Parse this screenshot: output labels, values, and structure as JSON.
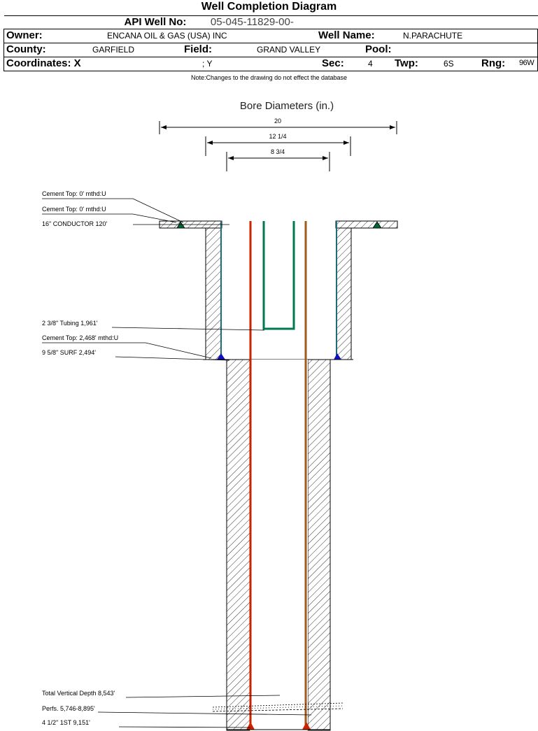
{
  "title": "Well Completion Diagram",
  "header": {
    "api_label": "API Well No:",
    "api_value": "05-045-11829-00-",
    "owner_label": "Owner:",
    "owner_value": "ENCANA OIL & GAS (USA) INC",
    "well_name_label": "Well Name:",
    "well_name_value": "N.PARACHUTE",
    "county_label": "County:",
    "county_value": "GARFIELD",
    "field_label": "Field:",
    "field_value": "GRAND VALLEY",
    "pool_label": "Pool:",
    "pool_value": "",
    "coord_label": "Coordinates: X",
    "coord_x_value": "",
    "coord_y_value": "; Y",
    "sec_label": "Sec:",
    "sec_value": "4",
    "twp_label": "Twp:",
    "twp_value": "6S",
    "rng_label": "Rng:",
    "rng_value": "96W"
  },
  "note": "Note:Changes to the drawing do not effect the database",
  "diagram": {
    "bore_title": "Bore Diameters (in.)",
    "bore_diameters": [
      "20",
      "12 1/4",
      "8 3/4"
    ],
    "labels": {
      "cement_top_1": "Cement Top: 0' mthd:U",
      "cement_top_2": "Cement Top: 0' mthd:U",
      "conductor": "16\" CONDUCTOR  120'",
      "tubing": "2 3/8\" Tubing 1,961'",
      "cement_top_3": "Cement Top: 2,468' mthd:U",
      "surface_casing": "9 5/8\" SURF      2,494'",
      "tvd": "Total Vertical Depth 8,543'",
      "perfs": "Perfs. 5,746-8,895'",
      "production_casing": "4 1/2\" 1ST       9,151'"
    },
    "colors": {
      "production_casing_left": "#cc2200",
      "production_casing_right": "#a05a1a",
      "tubing": "#007a4d",
      "surface_casing": "#1f6b7a",
      "cement_shoe": "#1010c0",
      "conductor_shoe": "#006633"
    }
  }
}
